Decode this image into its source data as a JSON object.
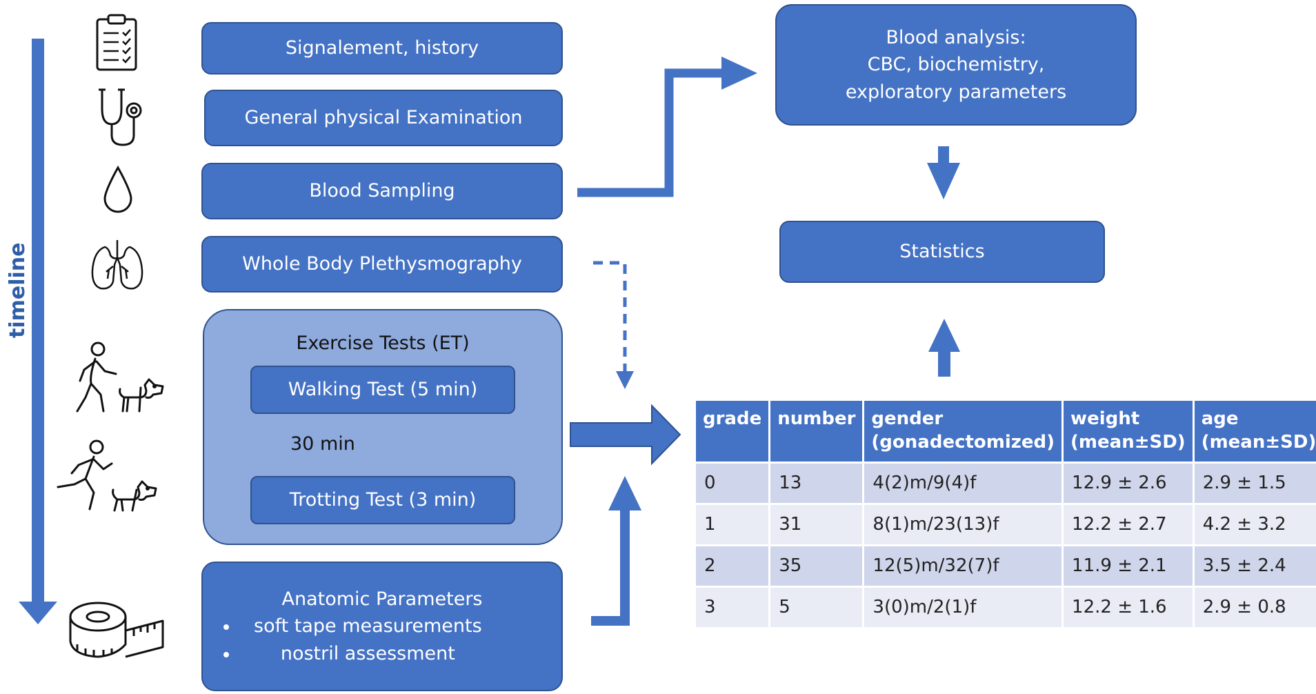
{
  "timeline_label": "timeline",
  "steps": {
    "signalement": "Signalement, history",
    "physical_exam": "General physical Examination",
    "blood_sampling": "Blood Sampling",
    "plethysmography": "Whole Body Plethysmography"
  },
  "exercise": {
    "title": "Exercise Tests (ET)",
    "walking": "Walking Test (5 min)",
    "gap": "30 min",
    "trotting": "Trotting Test (3 min)"
  },
  "anatomic": {
    "title": "Anatomic Parameters",
    "bullets": [
      "soft tape measurements",
      "nostril assessment"
    ]
  },
  "blood_analysis": {
    "lines": [
      "Blood analysis:",
      "CBC, biochemistry,",
      "exploratory parameters"
    ]
  },
  "statistics": "Statistics",
  "table": {
    "headers": [
      [
        "grade",
        ""
      ],
      [
        "number",
        ""
      ],
      [
        "gender",
        "(gonadectomized)"
      ],
      [
        "weight",
        "(mean±SD)"
      ],
      [
        "age",
        "(mean±SD)"
      ]
    ],
    "rows": [
      [
        "0",
        "13",
        "4(2)m/9(4)f",
        "12.9 ± 2.6",
        "2.9 ± 1.5"
      ],
      [
        "1",
        "31",
        "8(1)m/23(13)f",
        "12.2 ± 2.7",
        "4.2 ± 3.2"
      ],
      [
        "2",
        "35",
        "12(5)m/32(7)f",
        "11.9 ± 2.1",
        "3.5 ± 2.4"
      ],
      [
        "3",
        "5",
        "3(0)m/2(1)f",
        "12.2 ± 1.6",
        "2.9 ± 0.8"
      ]
    ]
  },
  "icons": {
    "clipboard": "clipboard-checklist-icon",
    "stethoscope": "stethoscope-icon",
    "drop": "blood-drop-icon",
    "lungs": "lungs-icon",
    "walking": "person-walking-dog-icon",
    "running": "person-running-dog-icon",
    "tape": "measuring-tape-icon"
  },
  "colors": {
    "box_fill": "#4472c4",
    "box_border": "#2f528f",
    "et_fill": "#8faadc",
    "table_row_odd": "#cfd5ea",
    "table_row_even": "#e9ebf5"
  }
}
